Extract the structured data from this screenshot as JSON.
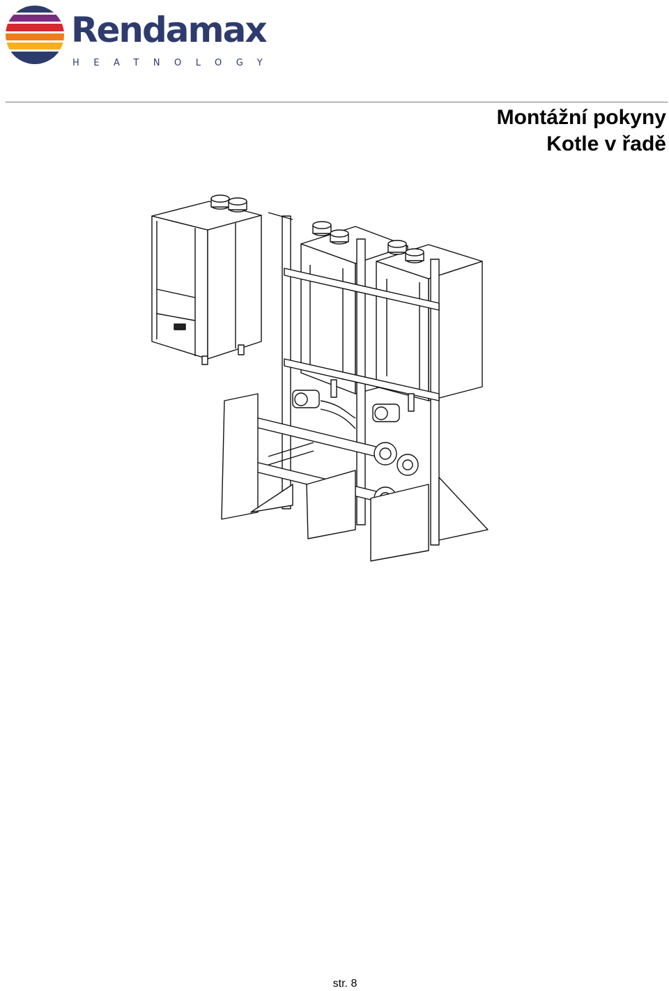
{
  "header": {
    "logo": {
      "brand": "Rendamax",
      "tagline": "HEATNOLOGY",
      "colors": {
        "navy": "#2e3b6d",
        "purple": "#7b2d7d",
        "red": "#d9272e",
        "orange": "#ef7d1a",
        "yellow": "#f6b01c"
      }
    },
    "title_line1": "Montážní pokyny",
    "title_line2": "Kotle v řadě"
  },
  "figure": {
    "icon": "boiler-cascade-installation-drawing"
  },
  "footer": {
    "page": "str. 8"
  }
}
